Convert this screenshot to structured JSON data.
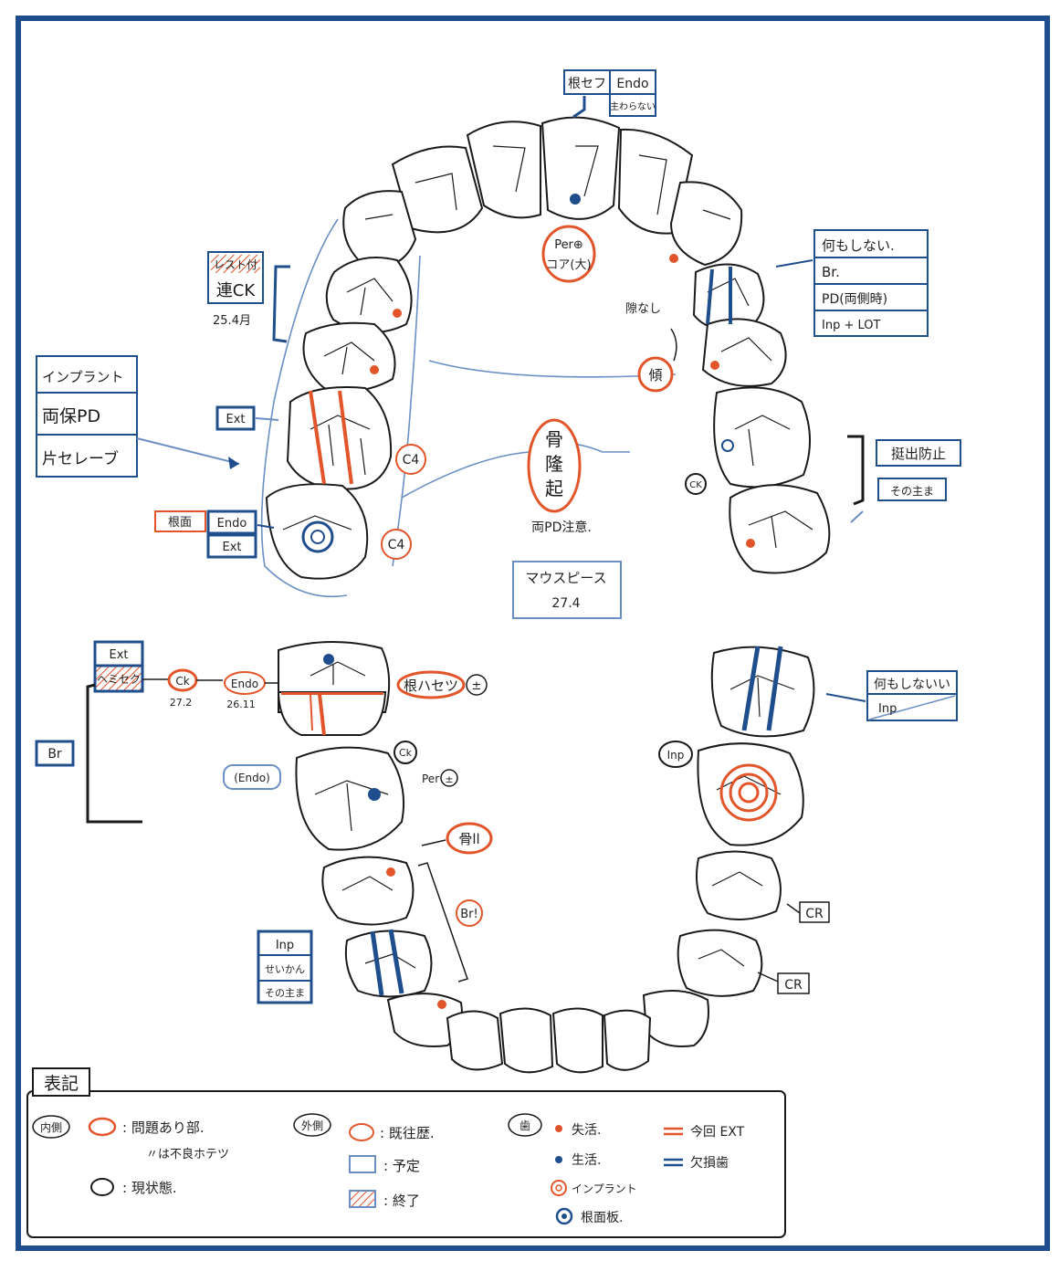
{
  "upper": {
    "center_top": {
      "left": "根セフ",
      "right": "Endo",
      "note": "主わらない"
    },
    "per_label": "Per⊕",
    "core_label": "コア(大)",
    "gap_label": "隙なし",
    "tilt_label": "傾",
    "bone_label": "骨\n隆\n起",
    "bone_lines": [
      "骨",
      "隆",
      "起"
    ],
    "bone_note": "両PD注意.",
    "mouthpiece": [
      "マウスピース",
      "27.4"
    ],
    "right_options": [
      "何もしない.",
      "Br.",
      "PD(両側時)",
      "Inp + LOT"
    ],
    "right_lower_options": [
      "挺出防止",
      "その主ま"
    ],
    "ck_label": "CK",
    "left_rest": [
      "レスト付",
      "連CK"
    ],
    "left_rest_date": "25.4月",
    "left_options": [
      "インプラント",
      "両保PD",
      "片セレーブ"
    ],
    "ext_label": "Ext",
    "c4_upper": "C4",
    "c4_lower": "C4",
    "root_label": "根面",
    "endo_label": "Endo",
    "ext2_label": "Ext"
  },
  "lower": {
    "left_stack": [
      "Ext",
      "ヘミセク"
    ],
    "ck_label": "Ck",
    "ck_date": "27.2",
    "endo_label": "Endo",
    "endo_date": "26.11",
    "root_crack": "根ハセツ",
    "plusminus": "±",
    "br_label": "Br",
    "ck2_label": "Ck",
    "endo2_label": "(Endo)",
    "per_label": "Per",
    "per_symbol": "±",
    "bone_label": "骨ll",
    "br2_label": "Br!",
    "inp_stack": [
      "Inp",
      "せいかん",
      "その主ま"
    ],
    "right_options": [
      "何もしないい",
      "Inp"
    ],
    "inp_label": "Inp",
    "cr1": "CR",
    "cr2": "CR"
  },
  "legend": {
    "title": "表記",
    "inner_label": "内側",
    "inner_items": [
      ": 問題あり部.",
      "〃は不良ホテツ"
    ],
    "current_label": ": 現状態.",
    "outer_label": "外側",
    "outer_items": [
      ": 既往歴.",
      ": 予定",
      ": 終了"
    ],
    "tooth_label": "歯",
    "tooth_items": [
      "失活.",
      "生活.",
      "インプラント",
      "根面板."
    ],
    "line_items": [
      "今回 EXT",
      "欠損歯"
    ]
  },
  "colors": {
    "orange": "#e2552a",
    "blue": "#1f4e8c",
    "lightblue": "#6a8fc4",
    "ink": "#1a1a1a"
  }
}
